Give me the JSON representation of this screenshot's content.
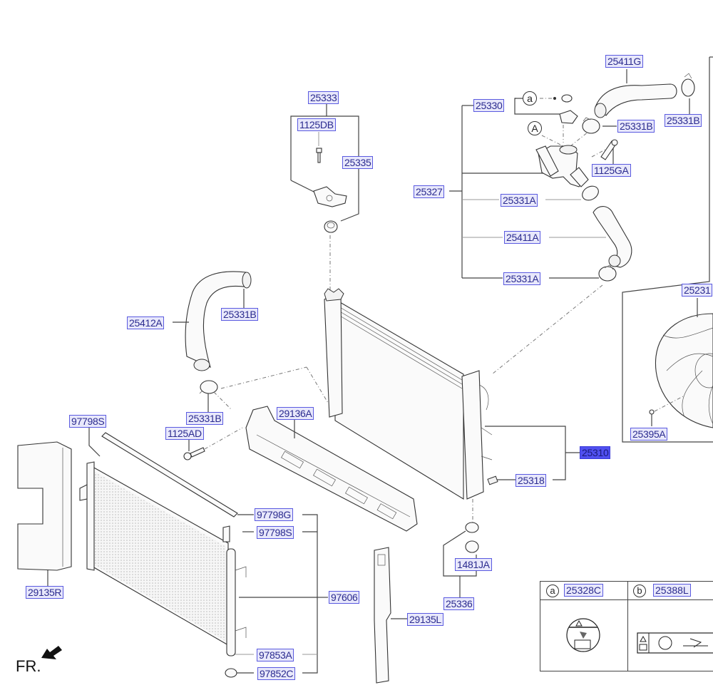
{
  "diagram": {
    "title": "Radiator & Condenser assembly – exploded parts diagram",
    "direction_marker": "FR.",
    "labels": {
      "p25333": "25333",
      "p1125DB": "1125DB",
      "p25335": "25335",
      "p25330": "25330",
      "p25411G": "25411G",
      "p25331B_top_right": "25331B",
      "p25331B_thermo": "25331B",
      "p1125GA": "1125GA",
      "p25327": "25327",
      "p25331A_upper": "25331A",
      "p25411A": "25411A",
      "p25331A_lower": "25331A",
      "p25231": "25231",
      "p25395A": "25395A",
      "p25412A": "25412A",
      "p25331B_left": "25331B",
      "p25331B_lower": "25331B",
      "p1125AD": "1125AD",
      "p29136A": "29136A",
      "p97798S_top": "97798S",
      "p25310": "25310",
      "p25318": "25318",
      "p97798G": "97798G",
      "p97798S": "97798S",
      "p97606": "97606",
      "p1481JA": "1481JA",
      "p25336": "25336",
      "p29135L": "29135L",
      "p97853A": "97853A",
      "p97852C": "97852C",
      "p29135R": "29135R"
    },
    "callouts": {
      "a": "a",
      "A": "A"
    },
    "selected_part": "25310",
    "legend": {
      "items": [
        {
          "key": "a",
          "part": "25328C",
          "icon": "caution-cap-label-icon"
        },
        {
          "key": "b",
          "part": "25388L",
          "icon": "caution-fan-label-icon"
        }
      ]
    }
  }
}
